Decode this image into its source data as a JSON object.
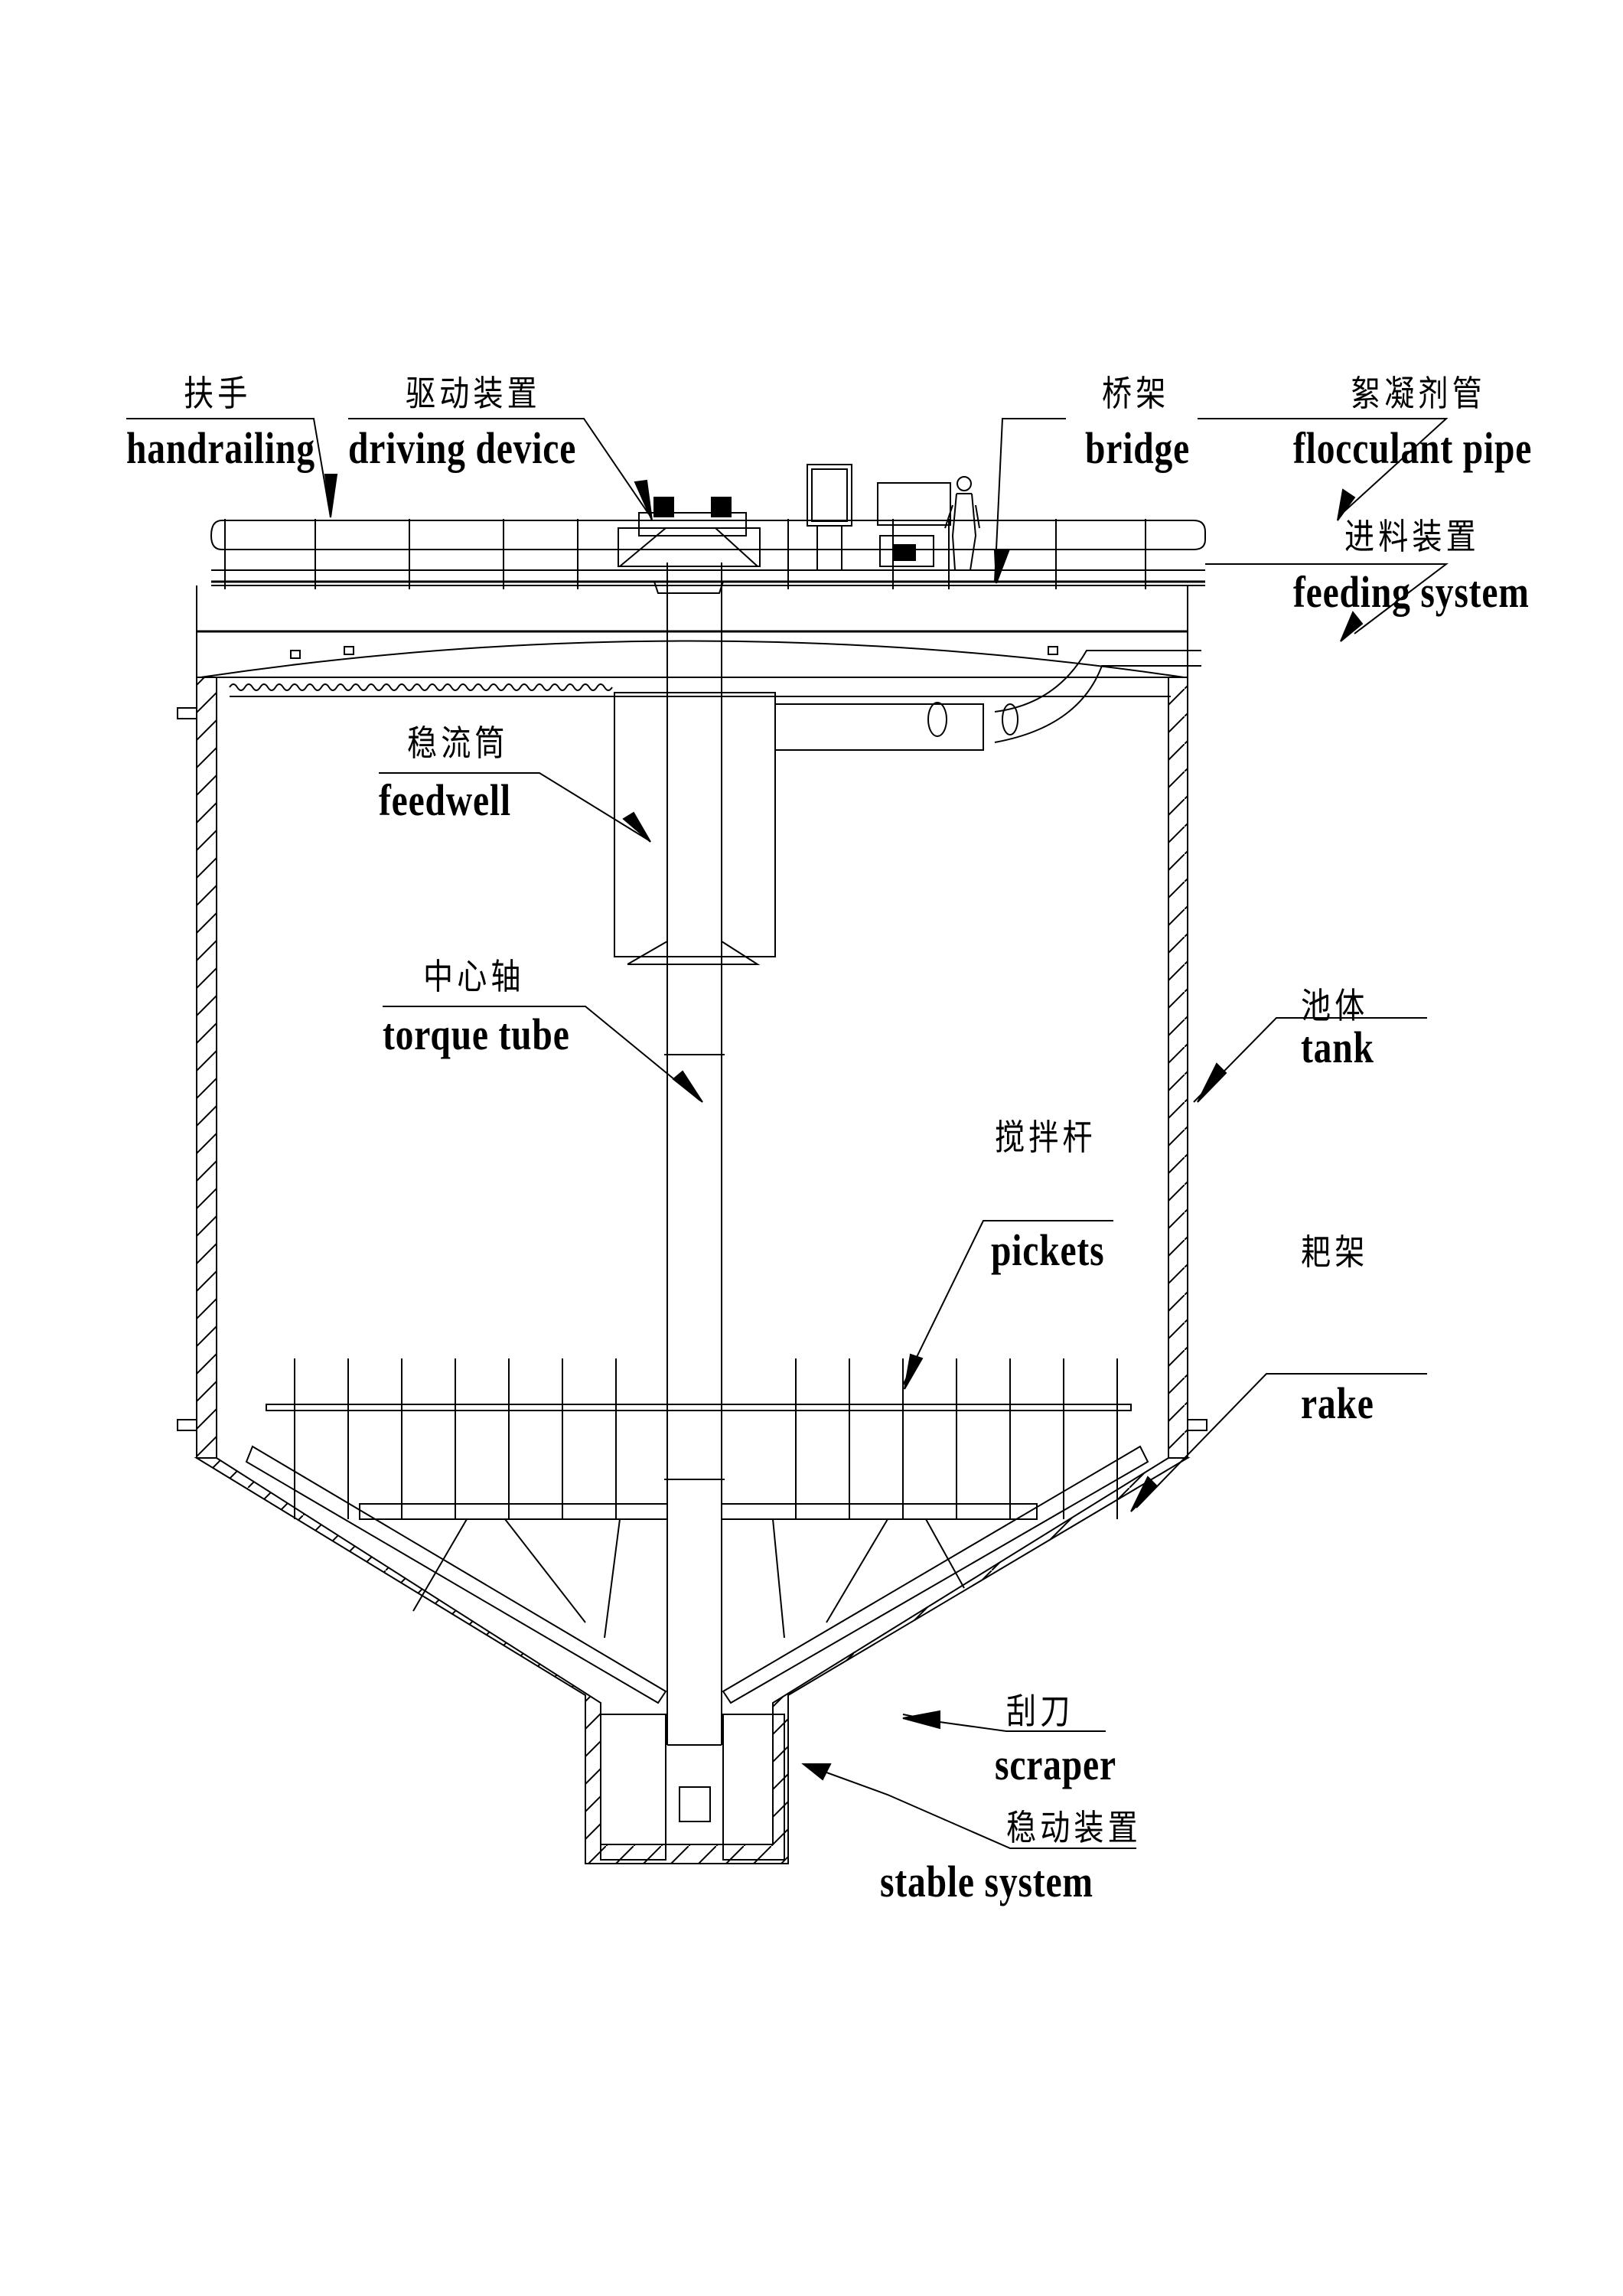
{
  "diagram": {
    "type": "cross-section engineering drawing",
    "subject": "thickener / clarifier tank",
    "labels": [
      {
        "id": "handrailing",
        "zh": "扶手",
        "en": "handrailing"
      },
      {
        "id": "driving_device",
        "zh": "驱动装置",
        "en": "driving device"
      },
      {
        "id": "bridge",
        "zh": "桥架",
        "en": "bridge"
      },
      {
        "id": "flocculant_pipe",
        "zh": "絮凝剂管",
        "en": "flocculant pipe"
      },
      {
        "id": "feeding_system",
        "zh": "进料装置",
        "en": "feeding system"
      },
      {
        "id": "feedwell",
        "zh": "稳流筒",
        "en": "feedwell"
      },
      {
        "id": "torque_tube",
        "zh": "中心轴",
        "en": "torque tube"
      },
      {
        "id": "tank",
        "zh": "池体",
        "en": "tank"
      },
      {
        "id": "pickets",
        "zh": "搅拌杆",
        "en": "pickets"
      },
      {
        "id": "rake",
        "zh": "耙架",
        "en": "rake"
      },
      {
        "id": "scraper",
        "zh": "刮刀",
        "en": "scraper"
      },
      {
        "id": "stable_system",
        "zh": "稳动装置",
        "en": "stable system"
      }
    ]
  },
  "colors": {
    "line": "#000000",
    "background": "#ffffff"
  }
}
